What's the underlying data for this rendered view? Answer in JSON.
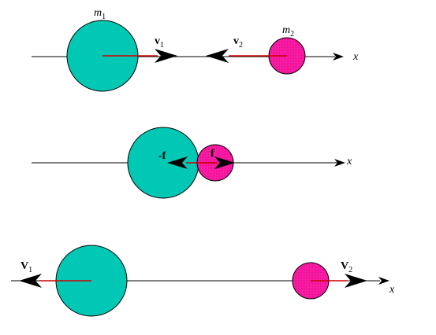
{
  "colors": {
    "m1_fill": "#00c8b4",
    "m2_fill": "#ff1aa6",
    "outline": "#000000",
    "vector_line": "#cc0000",
    "axis": "#000000"
  },
  "scene1": {
    "m1_label": "m",
    "m1_sub": "1",
    "m2_label": "m",
    "m2_sub": "2",
    "v1_label": "v",
    "v1_sub": "1",
    "v2_label": "v",
    "v2_sub": "2",
    "axis_label": "x"
  },
  "scene2": {
    "neg_f_label": "-f",
    "f_label": "f",
    "axis_label": "x"
  },
  "scene3": {
    "V1_label": "V",
    "V1_sub": "1",
    "V2_label": "V",
    "V2_sub": "2",
    "axis_label": "x"
  }
}
